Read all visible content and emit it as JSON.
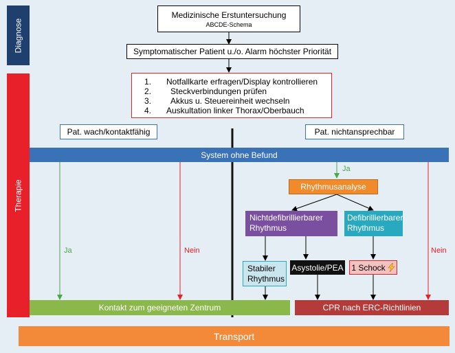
{
  "side": {
    "diagnose": "Diagnose",
    "therapie": "Therapie"
  },
  "nodes": {
    "erstuntersuchung_title": "Medizinische Erstuntersuchung",
    "erstuntersuchung_sub": "ABCDE-Schema",
    "patient": "Symptomatischer Patient u./o. Alarm höchster Priorität",
    "steps": [
      {
        "num": "1.",
        "text": "Notfallkarte erfragen/Display kontrollieren"
      },
      {
        "num": "2.",
        "text": "Steckverbindungen prüfen"
      },
      {
        "num": "3.",
        "text": "Akkus u. Steuereinheit wechseln"
      },
      {
        "num": "4.",
        "text": "Auskultation linker Thorax/Oberbauch"
      }
    ],
    "wach": "Pat. wach/kontaktfähig",
    "nicht": "Pat. nichtansprechbar",
    "system": "System ohne Befund",
    "rhythmusanalyse": "Rhythmusanalyse",
    "nichtdefib": "Nichtdefibrillierbarer Rhythmus",
    "defib": "Defibrillierbarer Rhythmus",
    "stabil": "Stabiler Rhythmus",
    "asystolie": "Asystolie/PEA",
    "schock": "1 Schock",
    "kontakt": "Kontakt zum geeigneten Zentrum",
    "cpr": "CPR nach ERC-Richtlinien",
    "transport": "Transport"
  },
  "labels": {
    "ja_right": "Ja",
    "ja_left": "Ja",
    "nein_left": "Nein",
    "nein_right": "Nein"
  },
  "colors": {
    "navy": "#1f3f6e",
    "red": "#e8202a",
    "blue": "#3a72b8",
    "orange": "#f08a2a",
    "purple": "#7b4fa0",
    "teal": "#29a9bf",
    "lightblue": "#c9e6ef",
    "black": "#111111",
    "pink": "#f4c1c1",
    "green": "#8bb84a",
    "darkred": "#b53a3a",
    "transport": "#f28a3a"
  },
  "icons": {
    "lightning": "lightning-icon"
  }
}
